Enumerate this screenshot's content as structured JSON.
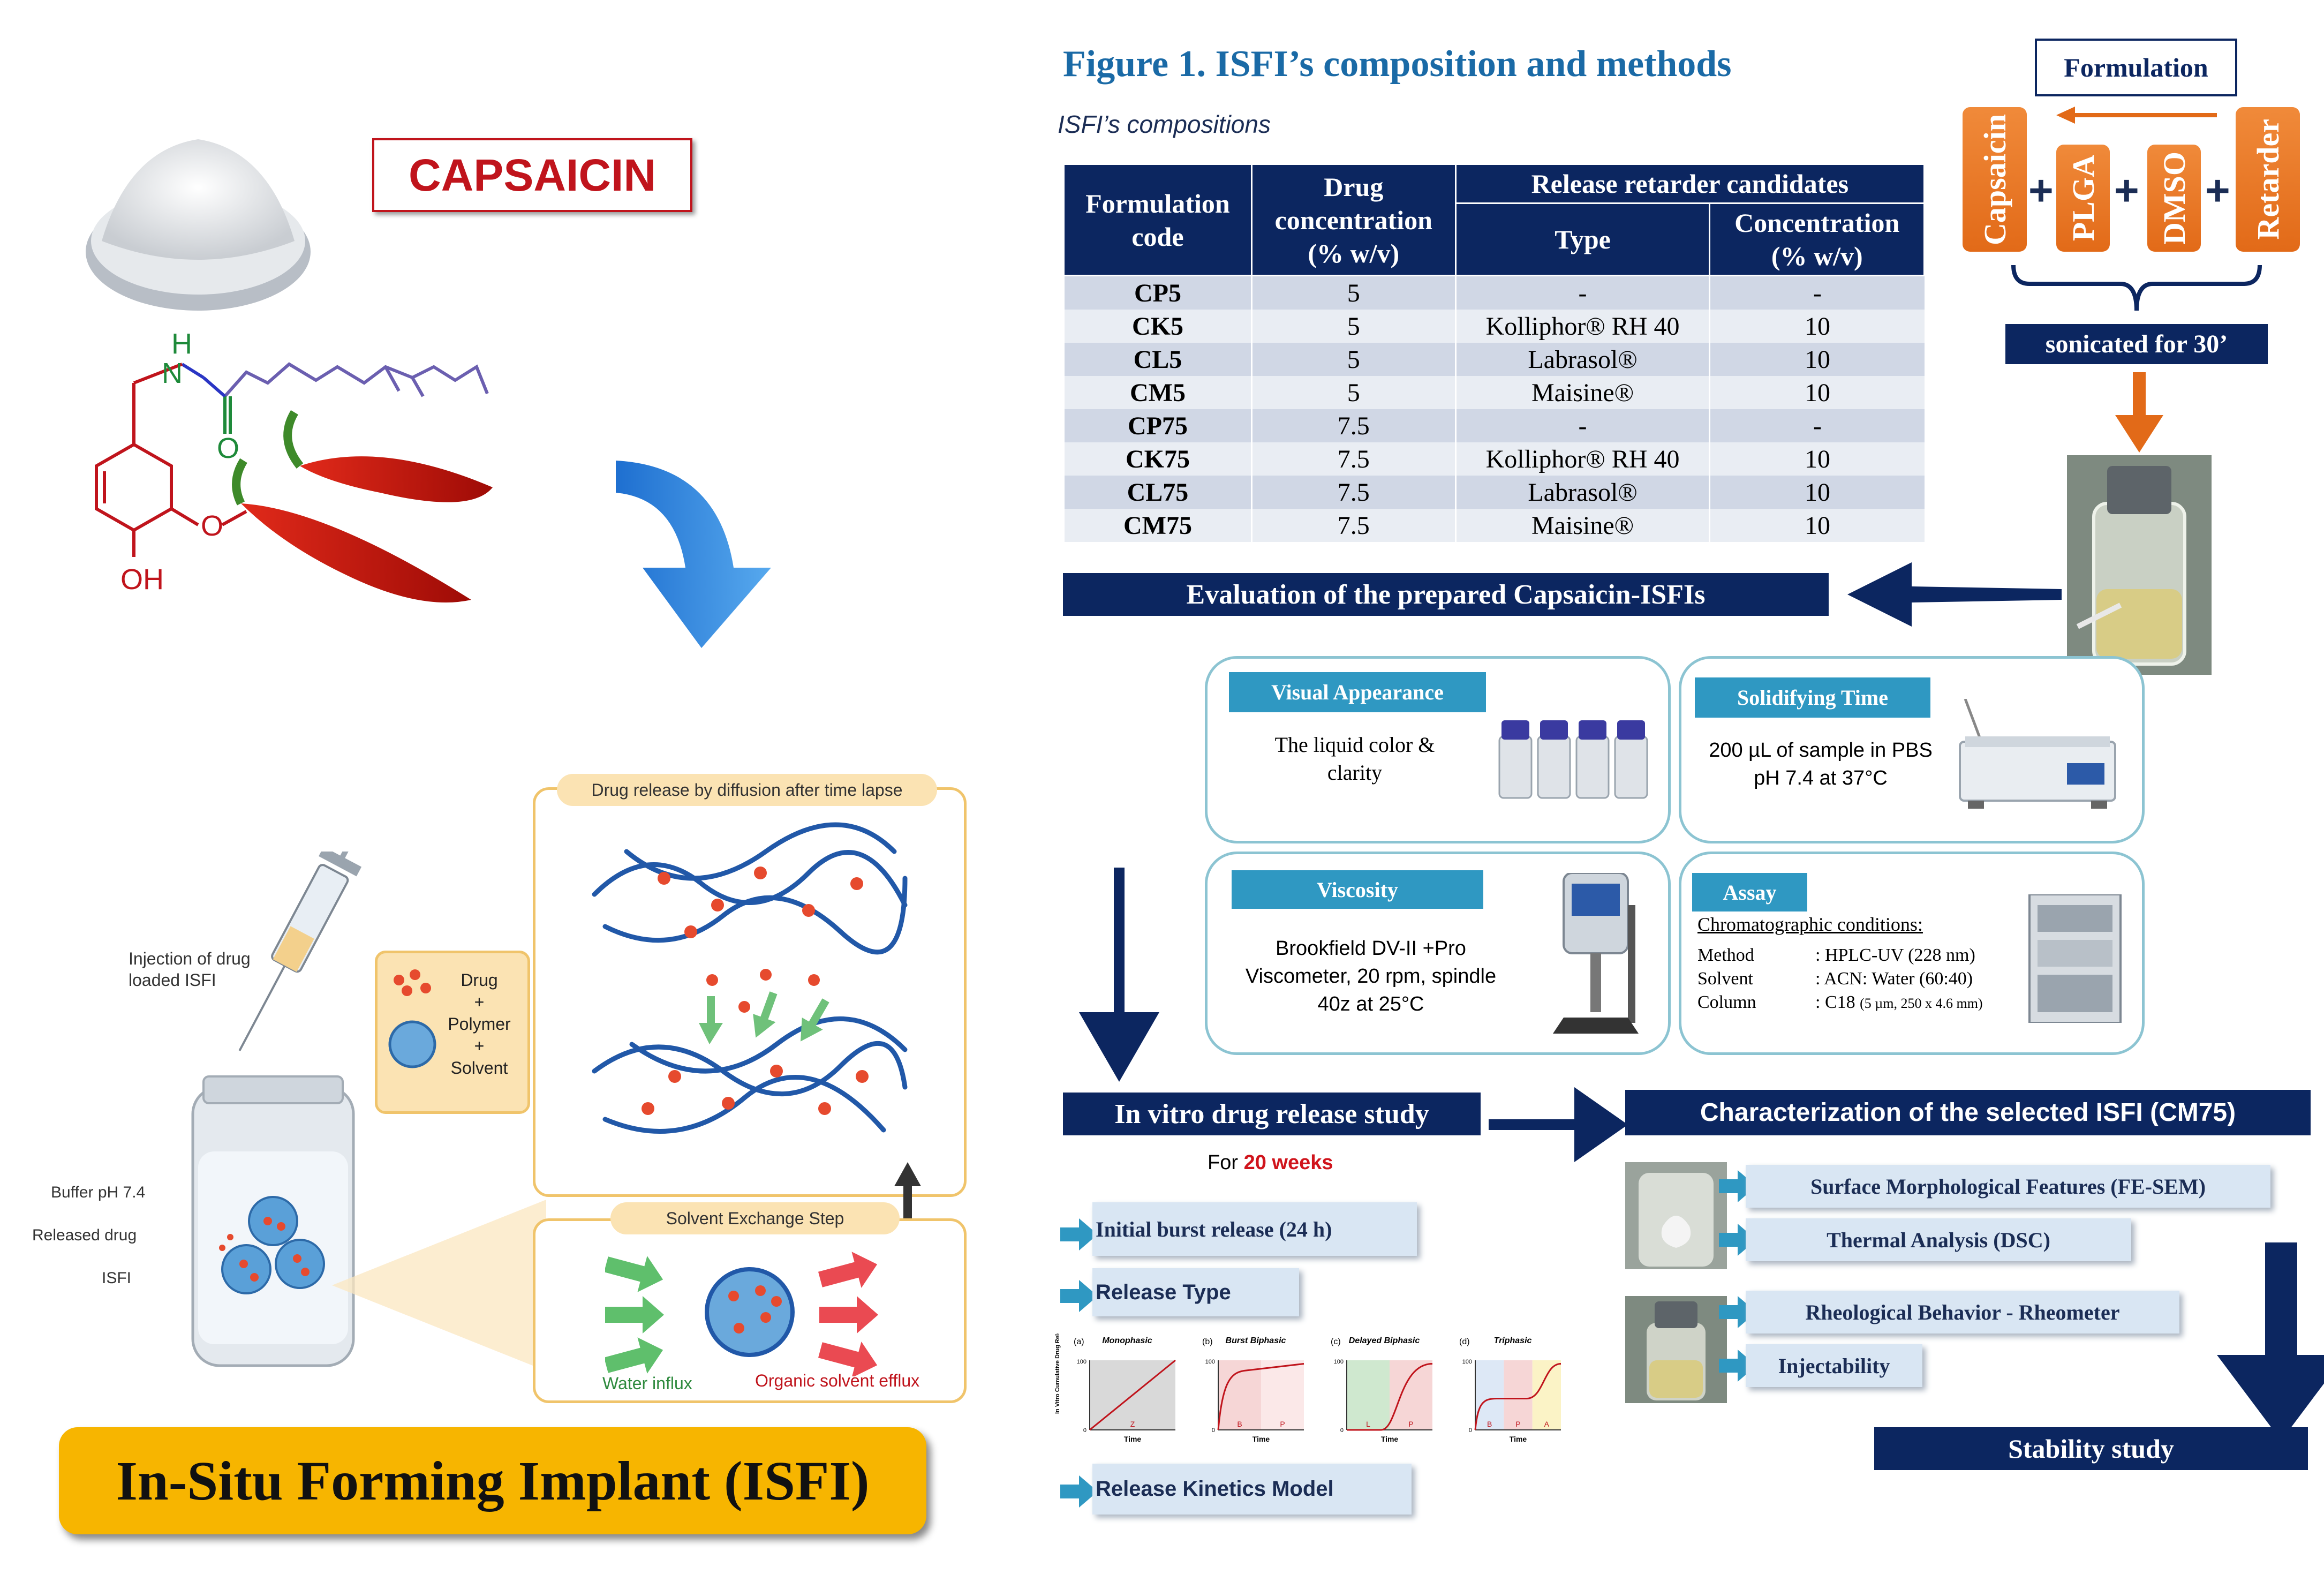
{
  "left": {
    "capsaicin_label": "CAPSAICIN",
    "molecule": {
      "h": "H",
      "n": "N",
      "o": "O",
      "o2": "O",
      "oh": "OH"
    },
    "isfi_caption": "In-Situ Forming Implant (ISFI)",
    "release_panel_title": "Drug release by diffusion after time lapse",
    "solvent_panel_title": "Solvent Exchange Step",
    "water_influx": "Water influx",
    "organic_efflux": "Organic solvent efflux",
    "injection_label": "Injection of drug loaded ISFI",
    "composition_lines": [
      "Drug",
      "+",
      "Polymer",
      "+",
      "Solvent"
    ],
    "buffer_label": "Buffer pH 7.4",
    "released_label": "Released drug",
    "isfi_label": "ISFI"
  },
  "figure_title": "Figure 1. ISFI’s composition and methods",
  "compositions_subtitle": "ISFI’s compositions",
  "table": {
    "headers": {
      "code": "Formulation code",
      "drug": "Drug concentration (% w/v)",
      "retarder": "Release retarder candidates",
      "type": "Type",
      "conc": "Concentration (% w/v)"
    },
    "rows": [
      {
        "code": "CP5",
        "drug": "5",
        "type": "-",
        "conc": "-"
      },
      {
        "code": "CK5",
        "drug": "5",
        "type": "Kolliphor® RH 40",
        "conc": "10"
      },
      {
        "code": "CL5",
        "drug": "5",
        "type": "Labrasol®",
        "conc": "10"
      },
      {
        "code": "CM5",
        "drug": "5",
        "type": "Maisine®",
        "conc": "10"
      },
      {
        "code": "CP75",
        "drug": "7.5",
        "type": "-",
        "conc": "-"
      },
      {
        "code": "CK75",
        "drug": "7.5",
        "type": "Kolliphor® RH 40",
        "conc": "10"
      },
      {
        "code": "CL75",
        "drug": "7.5",
        "type": "Labrasol®",
        "conc": "10"
      },
      {
        "code": "CM75",
        "drug": "7.5",
        "type": "Maisine®",
        "conc": "10"
      }
    ]
  },
  "formulation": {
    "title": "Formulation",
    "items": [
      "Capsaicin",
      "PLGA",
      "DMSO",
      "Retarder"
    ],
    "plus": "+",
    "sonicated": "sonicated for 30’"
  },
  "evaluation_title": "Evaluation of the prepared Capsaicin-ISFIs",
  "cards": {
    "visual": {
      "label": "Visual Appearance",
      "text": "The liquid color & clarity"
    },
    "solidifying": {
      "label": "Solidifying Time",
      "text": "200 µL of sample in PBS pH 7.4 at 37°C"
    },
    "viscosity": {
      "label": "Viscosity",
      "text": "Brookfield DV-II +Pro Viscometer, 20 rpm, spindle 40z at 25°C"
    },
    "assay": {
      "label": "Assay",
      "heading": "Chromatographic conditions:",
      "rows": [
        {
          "k": "Method",
          "v": ": HPLC-UV (228 nm)"
        },
        {
          "k": "Solvent",
          "v": ": ACN: Water (60:40)"
        },
        {
          "k": "Column",
          "v": ": C18",
          "small": "(5 µm, 250 x 4.6 mm)"
        }
      ]
    }
  },
  "release": {
    "title": "In vitro drug release study",
    "duration_prefix": "For ",
    "duration": "20 weeks",
    "items": [
      "Initial burst release (24 h)",
      "Release Type",
      "Release Kinetics Model"
    ],
    "mini_charts": {
      "ylabel": "In Vitro Cumulative Drug Release (%)",
      "xlabel": "Time",
      "tick_top": "100",
      "tick_zero": "0",
      "panels": [
        {
          "tag": "(a)",
          "title": "Monophasic",
          "phases": [
            "Z"
          ]
        },
        {
          "tag": "(b)",
          "title": "Burst Biphasic",
          "phases": [
            "B",
            "P"
          ]
        },
        {
          "tag": "(c)",
          "title": "Delayed Biphasic",
          "phases": [
            "L",
            "P"
          ]
        },
        {
          "tag": "(d)",
          "title": "Triphasic",
          "phases": [
            "B",
            "P",
            "A"
          ]
        }
      ]
    }
  },
  "characterization": {
    "title": "Characterization of the selected ISFI (CM75)",
    "items": [
      "Surface Morphological Features (FE-SEM)",
      "Thermal Analysis (DSC)",
      "Rheological Behavior - Rheometer",
      "Injectability"
    ]
  },
  "stability_title": "Stability study",
  "colors": {
    "navy": "#0c2660",
    "teal": "#2f98c2",
    "orange": "#e26a18",
    "gold": "#f7b500",
    "red_title": "#c0141c",
    "title_blue": "#1a6aa6"
  }
}
